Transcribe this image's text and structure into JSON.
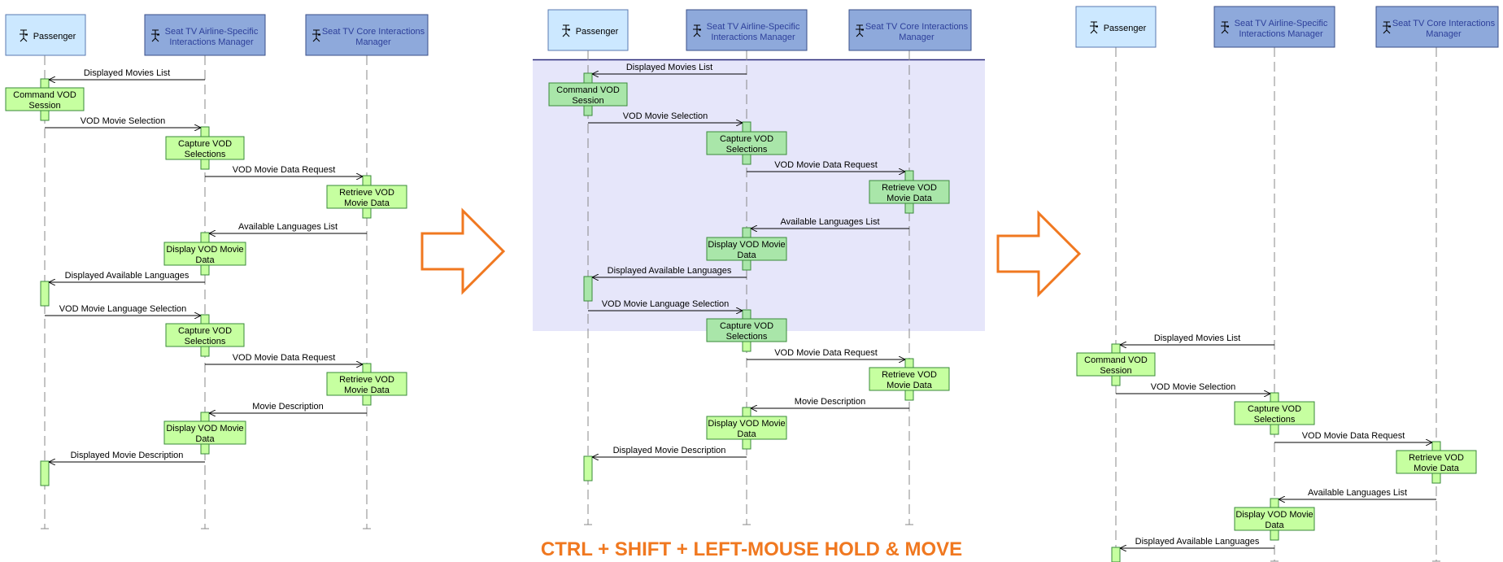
{
  "participants": {
    "passenger": "Passenger",
    "airline_l1": "Seat TV Airline-Specific",
    "airline_l2": "Interactions Manager",
    "core_l1": "Seat TV Core Interactions",
    "core_l2": "Manager"
  },
  "messages": {
    "displayed_movies_list": "Displayed Movies List",
    "vod_movie_selection": "VOD Movie Selection",
    "vod_movie_data_request": "VOD Movie Data Request",
    "available_languages_list": "Available Languages List",
    "displayed_available_languages": "Displayed Available Languages",
    "vod_movie_language_selection": "VOD Movie Language Selection",
    "movie_description": "Movie Description",
    "displayed_movie_description": "Displayed Movie Description"
  },
  "activities": {
    "command_vod_l1": "Command VOD",
    "command_vod_l2": "Session",
    "capture_vod_l1": "Capture VOD",
    "capture_vod_l2": "Selections",
    "retrieve_vod_l1": "Retrieve VOD",
    "retrieve_vod_l2": "Movie Data",
    "display_vod_l1": "Display VOD Movie",
    "display_vod_l2": "Data"
  },
  "caption": "CTRL + SHIFT + LEFT-MOUSE HOLD & MOVE",
  "colors": {
    "header_passenger": "#cce8ff",
    "header_other": "#8ea9db",
    "activity": "#c6ffa0",
    "activity_selected": "#a9e6a9",
    "selection": "#e6e6fa",
    "arrow": "#f07820"
  }
}
